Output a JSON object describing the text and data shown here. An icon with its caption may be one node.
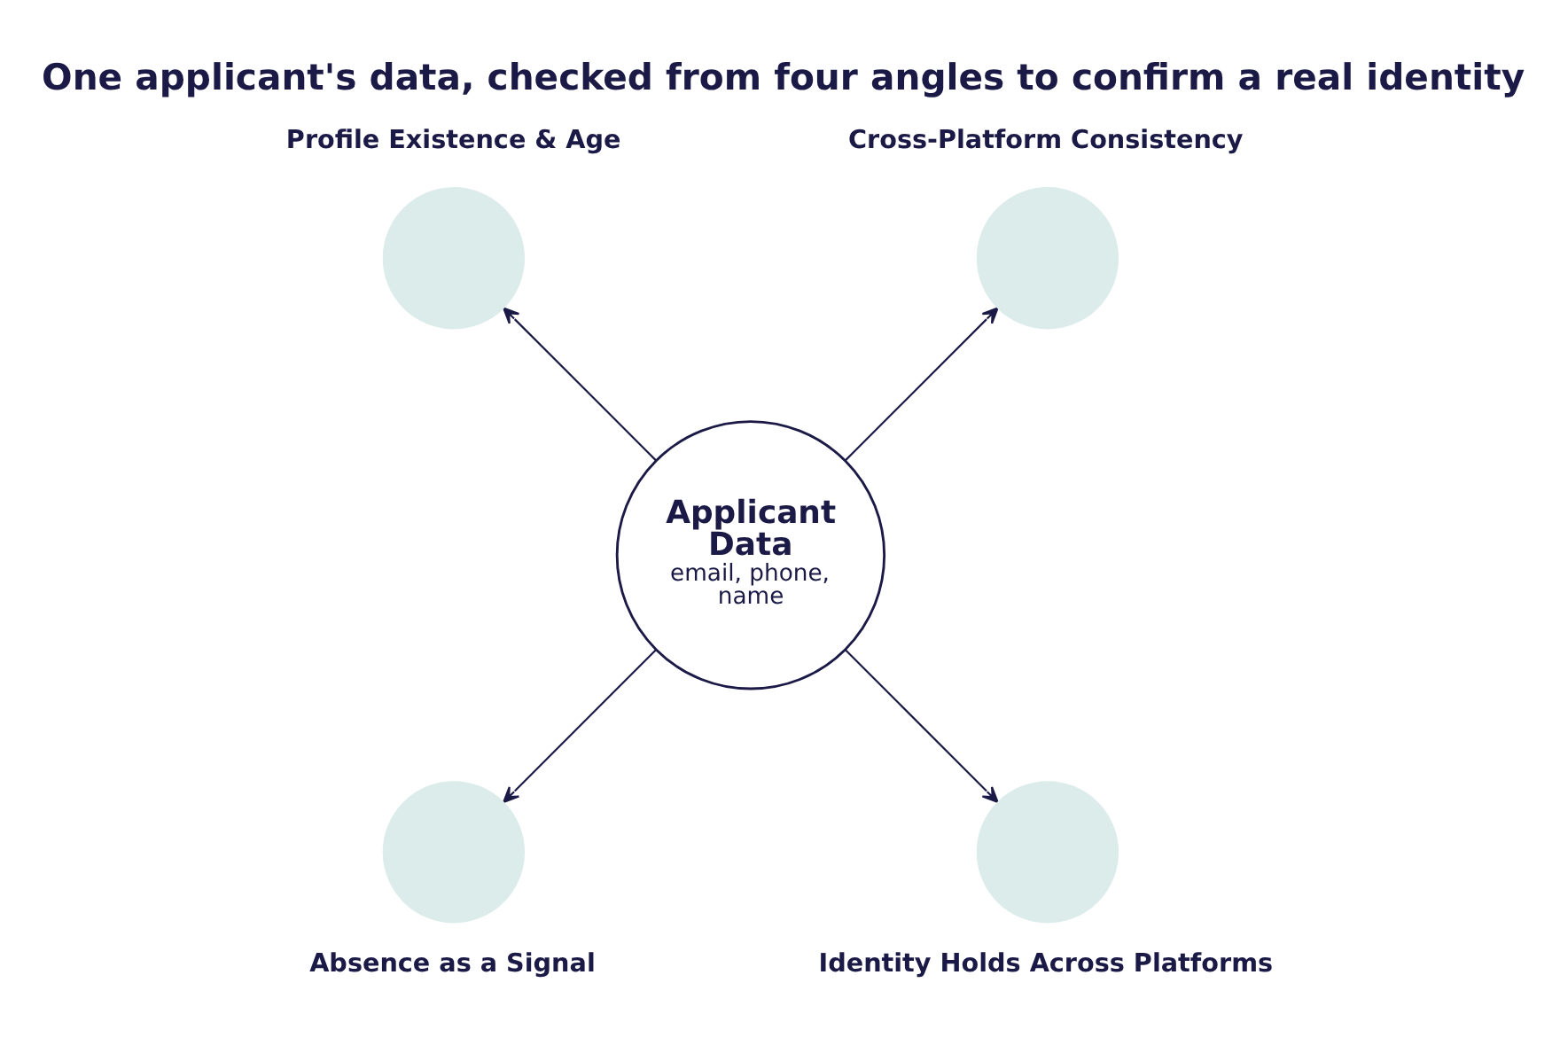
{
  "diagram": {
    "title": "One applicant's data, checked from four angles to confirm a real identity",
    "nodes": [
      {
        "text": [
          "Profile Existence & Age"
        ]
      },
      {
        "text": [
          "Cross-Platform Consistency"
        ]
      },
      {
        "text": [
          "Applicant Data",
          "email, phone, name"
        ]
      },
      {
        "text": [
          "Absence as a Signal"
        ]
      },
      {
        "text": [
          "Identity Holds Across Platforms"
        ]
      }
    ],
    "edges": [
      {
        "from": 2,
        "to": 0,
        "arrow": "to"
      },
      {
        "from": 2,
        "to": 1,
        "arrow": "to"
      },
      {
        "from": 2,
        "to": 3,
        "arrow": "to"
      },
      {
        "from": 2,
        "to": 4,
        "arrow": "to"
      }
    ]
  }
}
